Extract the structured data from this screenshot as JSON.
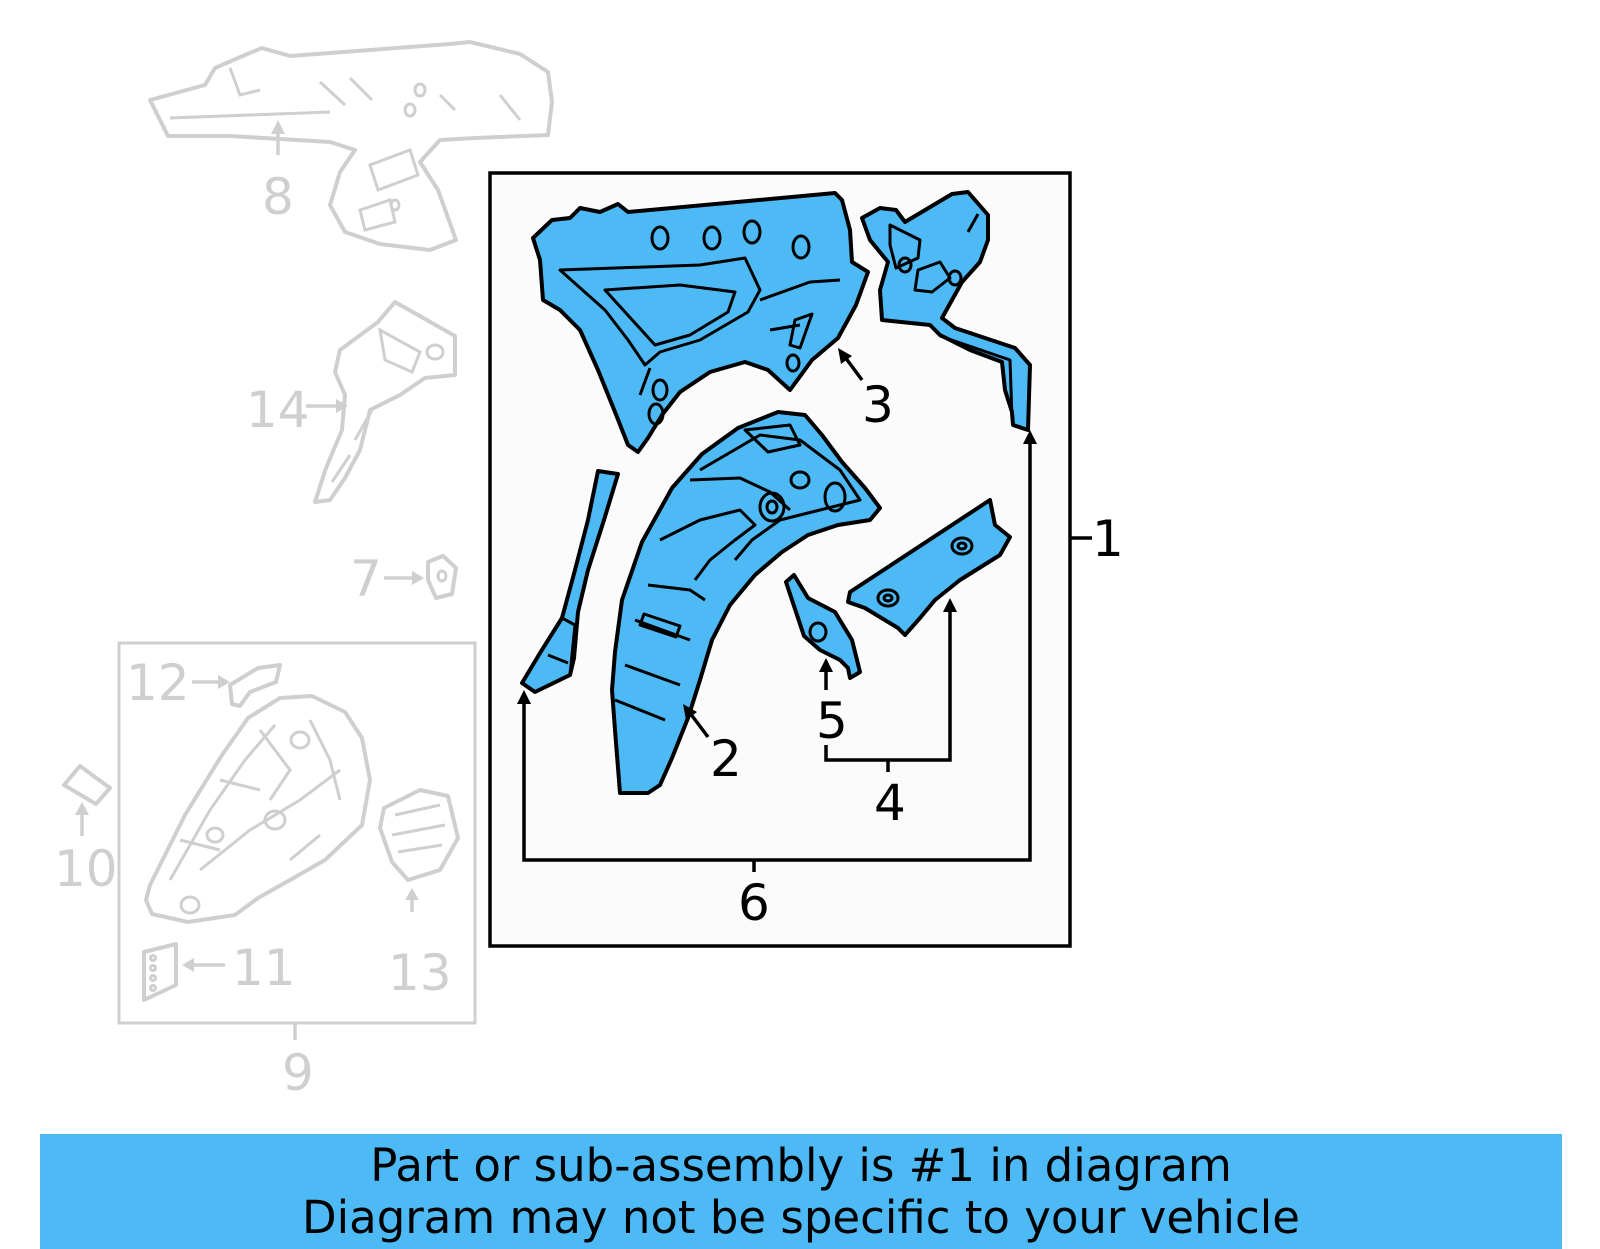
{
  "colors": {
    "active_part_fill": "#4dbaf5",
    "ghost_part_stroke": "#cfcfcf",
    "banner_background": "#4dbaf5"
  },
  "callouts": {
    "c1": "1",
    "c2": "2",
    "c3": "3",
    "c4": "4",
    "c5": "5",
    "c6": "6",
    "c7": "7",
    "c8": "8",
    "c9": "9",
    "c10": "10",
    "c11": "11",
    "c12": "12",
    "c13": "13",
    "c14": "14"
  },
  "banner": {
    "line1": "Part or sub-assembly is #1 in diagram",
    "line2": "Diagram may not be specific to your vehicle"
  }
}
